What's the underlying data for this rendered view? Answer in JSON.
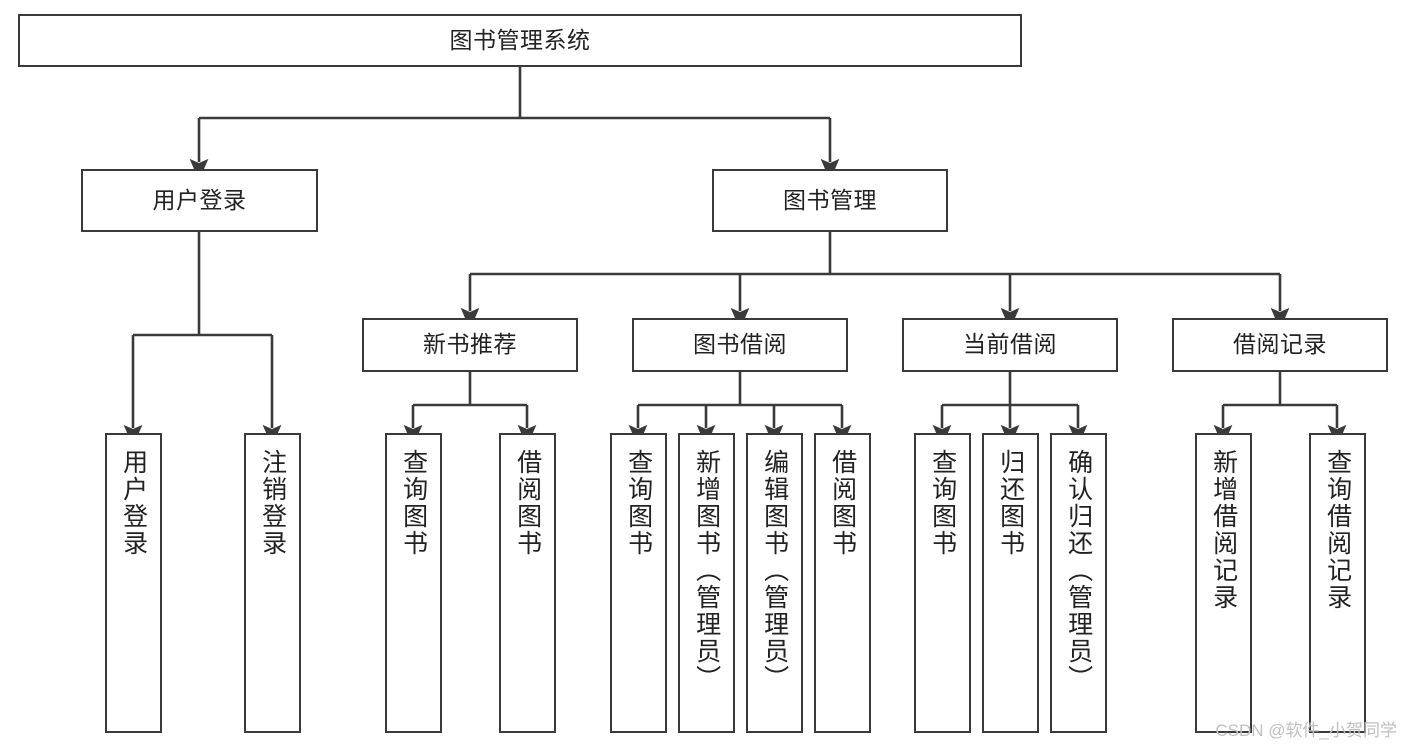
{
  "diagram": {
    "title": "图书管理系统",
    "type": "tree-hierarchy-diagram",
    "watermark": "CSDN @软件_小贺同学",
    "colors": {
      "border": "#3a3a3a",
      "background": "#ffffff",
      "text": "#222222",
      "connector": "#3a3a3a",
      "watermark": "#bfbfbf"
    },
    "root": {
      "label": "图书管理系统"
    },
    "level2": [
      {
        "label": "用户登录"
      },
      {
        "label": "图书管理"
      }
    ],
    "level3": [
      {
        "label": "新书推荐"
      },
      {
        "label": "图书借阅"
      },
      {
        "label": "当前借阅"
      },
      {
        "label": "借阅记录"
      }
    ],
    "leaves": {
      "user_login": [
        {
          "label": "用户登录"
        },
        {
          "label": "注销登录"
        }
      ],
      "new_book_recommend": [
        {
          "label": "查询图书"
        },
        {
          "label": "借阅图书"
        }
      ],
      "book_borrow": [
        {
          "label": "查询图书"
        },
        {
          "label": "新增图书（管理员）"
        },
        {
          "label": "编辑图书（管理员）"
        },
        {
          "label": "借阅图书"
        }
      ],
      "current_borrow": [
        {
          "label": "查询图书"
        },
        {
          "label": "归还图书"
        },
        {
          "label": "确认归还（管理员）"
        }
      ],
      "borrow_record": [
        {
          "label": "新增借阅记录"
        },
        {
          "label": "查询借阅记录"
        }
      ]
    }
  }
}
